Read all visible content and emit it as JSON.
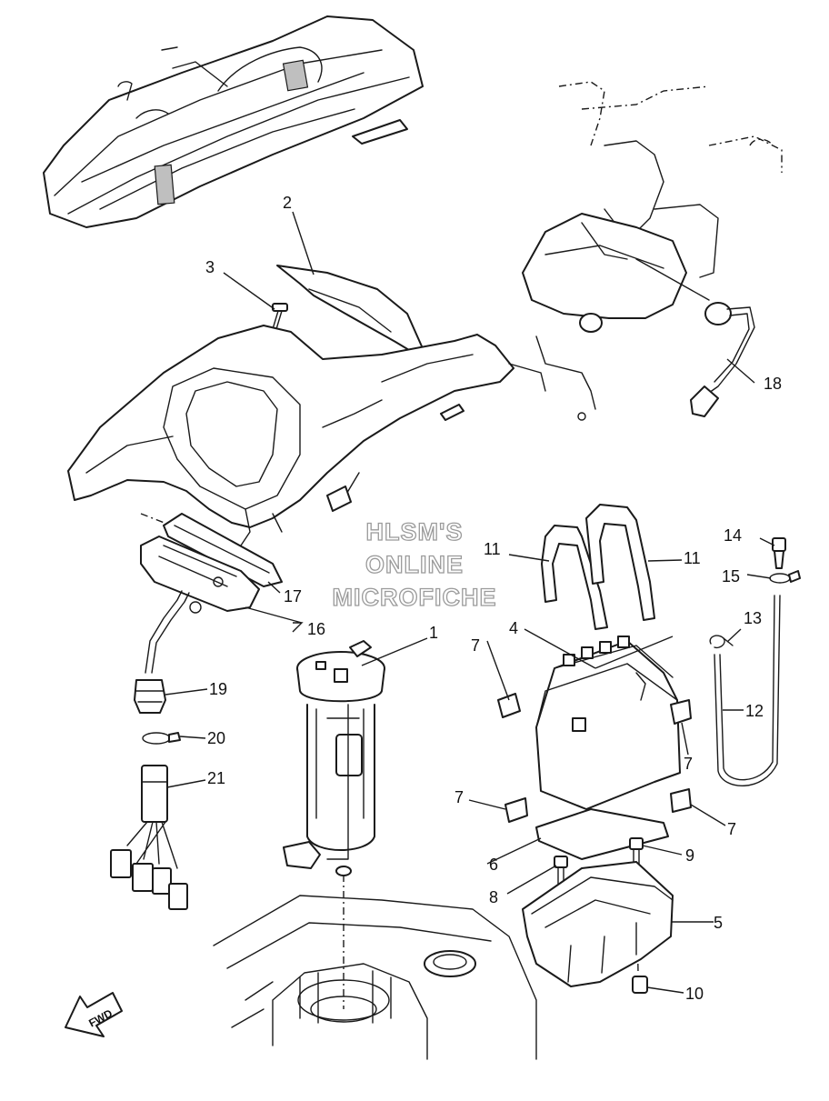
{
  "watermark": {
    "line1": "HLSM'S",
    "line2": "ONLINE",
    "line3": "MICROFICHE"
  },
  "direction_label": "FWD",
  "callouts": {
    "c1": "1",
    "c2": "2",
    "c3": "3",
    "c4": "4",
    "c5": "5",
    "c6": "6",
    "c7": "7",
    "c8": "8",
    "c9": "9",
    "c10": "10",
    "c11": "11",
    "c12": "12",
    "c13": "13",
    "c14": "14",
    "c15": "15",
    "c16": "16",
    "c17": "17",
    "c18": "18",
    "c19": "19",
    "c20": "20",
    "c21": "21"
  }
}
